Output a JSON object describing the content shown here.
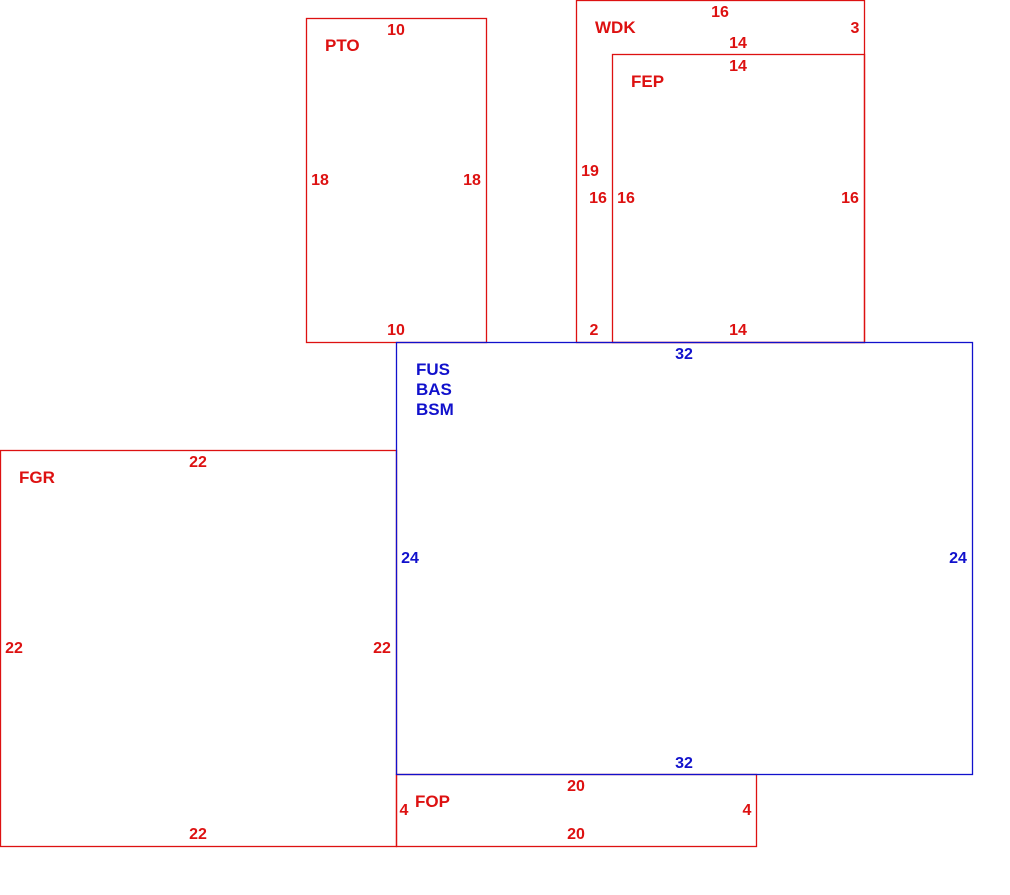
{
  "colors": {
    "red": "#dd1111",
    "blue": "#1111cc"
  },
  "rooms": {
    "pto": {
      "label": "PTO",
      "top": "10",
      "left": "18",
      "right": "18",
      "bottom": "10"
    },
    "wdk": {
      "label": "WDK",
      "top": "16",
      "right": "3",
      "inner": "14",
      "left": "19",
      "left_inner": "16",
      "bottom": "2"
    },
    "fep": {
      "label": "FEP",
      "top": "14",
      "left": "16",
      "right": "16",
      "bottom": "14"
    },
    "main": {
      "labels": [
        "FUS",
        "BAS",
        "BSM"
      ],
      "top": "32",
      "left": "24",
      "right": "24",
      "bottom": "32"
    },
    "fgr": {
      "label": "FGR",
      "top": "22",
      "left": "22",
      "right": "22",
      "bottom": "22"
    },
    "fop": {
      "label": "FOP",
      "top": "20",
      "left": "4",
      "right": "4",
      "bottom": "20"
    }
  }
}
